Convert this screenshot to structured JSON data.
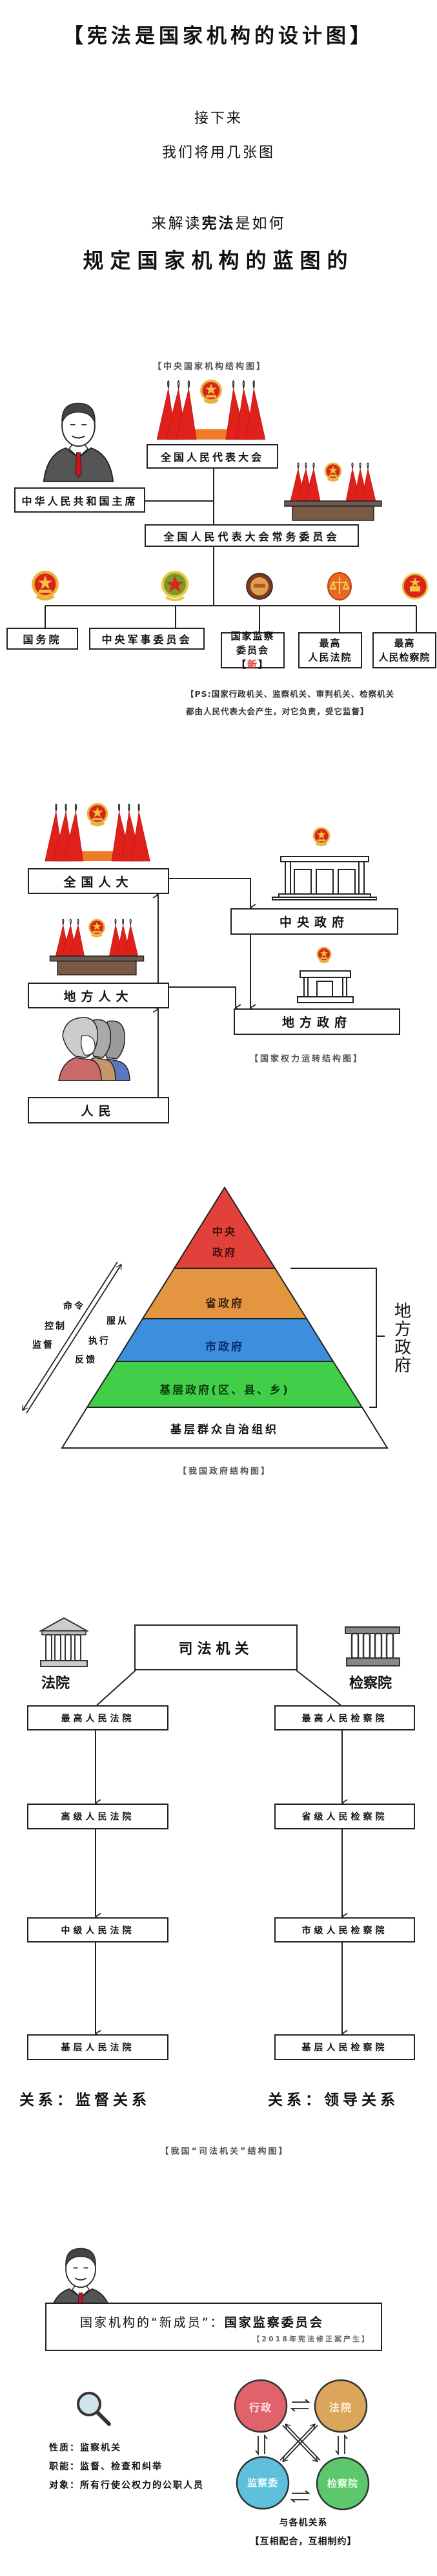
{
  "intro": {
    "title": "【宪法是国家机构的设计图】",
    "line1": "接下来",
    "line2": "我们将用几张图",
    "line3_pre": "来解读",
    "line3_bold": "宪法",
    "line3_post": "是如何",
    "line4": "规定国家机构的蓝图的"
  },
  "central": {
    "caption": "【中央国家机构结构图】",
    "npc": "全国人民代表大会",
    "president": "中华人民共和国主席",
    "npcsc": "全国人民代表大会常务委员会",
    "state_council": "国务院",
    "military_commission": "中央军事委员会",
    "supervision_line1": "国家监察",
    "supervision_line2_pre": "委员会【",
    "supervision_new": "新",
    "supervision_line2_post": "】",
    "court_line1": "最高",
    "court_line2": "人民法院",
    "procuratorate_line1": "最高",
    "procuratorate_line2": "人民检察院",
    "ps_line1": "【PS:国家行政机关、监察机关、审判机关、检察机关",
    "ps_line2": "都由人民代表大会产生，对它负责，受它监督】",
    "new_color": "#d9403a"
  },
  "power": {
    "national_npc": "全国人大",
    "central_gov": "中央政府",
    "local_npc": "地方人大",
    "local_gov": "地方政府",
    "people": "人民",
    "caption": "【国家权力运转结构图】"
  },
  "pyramid": {
    "levels": [
      {
        "line1": "中央",
        "line2": "政府",
        "color": "#e2403b"
      },
      {
        "line1": "省政府",
        "color": "#e3963f"
      },
      {
        "line1": "市政府",
        "color": "#3b8fdd"
      },
      {
        "line1": "基层政府(区、县、乡)",
        "color": "#41cf49"
      },
      {
        "line1": "基层群众自治组织",
        "color": "#ffffff"
      }
    ],
    "down_labels": [
      "命令",
      "控制",
      "监督"
    ],
    "up_labels": [
      "服从",
      "执行",
      "反馈"
    ],
    "bracket_label": "地方政府",
    "caption": "【我国政府结构图】"
  },
  "judicial": {
    "title": "司法机关",
    "court_label": "法院",
    "procuratorate_label": "检察院",
    "courts": [
      "最高人民法院",
      "高级人民法院",
      "中级人民法院",
      "基层人民法院"
    ],
    "procuratorates": [
      "最高人民检察院",
      "省级人民检察院",
      "市级人民检察院",
      "基层人民检察院"
    ],
    "court_relation": "关系：监督关系",
    "procuratorate_relation": "关系：领导关系",
    "caption": "【我国“司法机关”结构图】"
  },
  "supervision": {
    "headline_pre": "国家机构的“新成员”：",
    "headline_bold": "国家监察委员会",
    "subline": "【2018年宪法修正案产生】",
    "facts": [
      {
        "key": "性质：",
        "value": "监察机关"
      },
      {
        "key": "职能：",
        "value": "监督、检查和纠举"
      },
      {
        "key": "对象：",
        "value": "所有行使公权力的公职人员"
      }
    ],
    "circles": [
      {
        "label": "行政",
        "color": "#e0636b"
      },
      {
        "label": "法院",
        "color": "#dba65c"
      },
      {
        "label": "监察委",
        "color": "#5ec0dd"
      },
      {
        "label": "检察院",
        "color": "#5cc76b"
      }
    ],
    "relation_title": "与各机关系",
    "relation_note": "【互相配合，互相制约】"
  }
}
